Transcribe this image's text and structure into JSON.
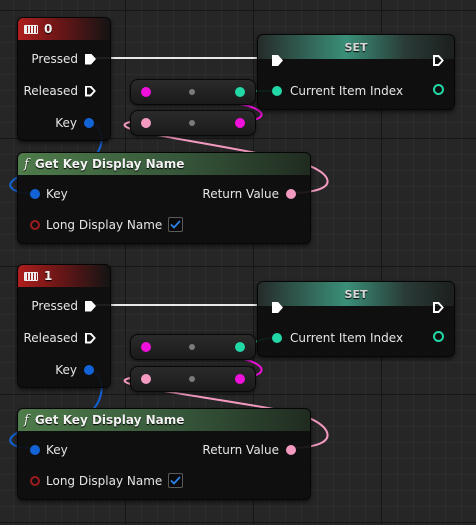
{
  "graphs": [
    {
      "event": {
        "title": "0",
        "pins": {
          "pressed": "Pressed",
          "released": "Released",
          "key": "Key"
        }
      },
      "set": {
        "title": "SET",
        "var_label": "Current Item Index"
      },
      "func": {
        "title": "Get Key Display Name",
        "key_label": "Key",
        "long_label": "Long Display Name",
        "return_label": "Return Value",
        "long_checked": true
      }
    },
    {
      "event": {
        "title": "1",
        "pins": {
          "pressed": "Pressed",
          "released": "Released",
          "key": "Key"
        }
      },
      "set": {
        "title": "SET",
        "var_label": "Current Item Index"
      },
      "func": {
        "title": "Get Key Display Name",
        "key_label": "Key",
        "long_label": "Long Display Name",
        "return_label": "Return Value",
        "long_checked": true
      }
    }
  ],
  "colors": {
    "exec": "#ffffff",
    "key_struct": "#1363d8",
    "text": "#f49ac0",
    "string": "#f010dc",
    "integer": "#21d8a6",
    "bool": "#9b1c1c",
    "event_header": "#b01e1e",
    "function_header": "#4f7c4b",
    "set_header": "#3a8f78"
  },
  "icons": {
    "event": "keyboard-icon",
    "function": "function-icon",
    "checkbox": "checkmark-icon"
  }
}
